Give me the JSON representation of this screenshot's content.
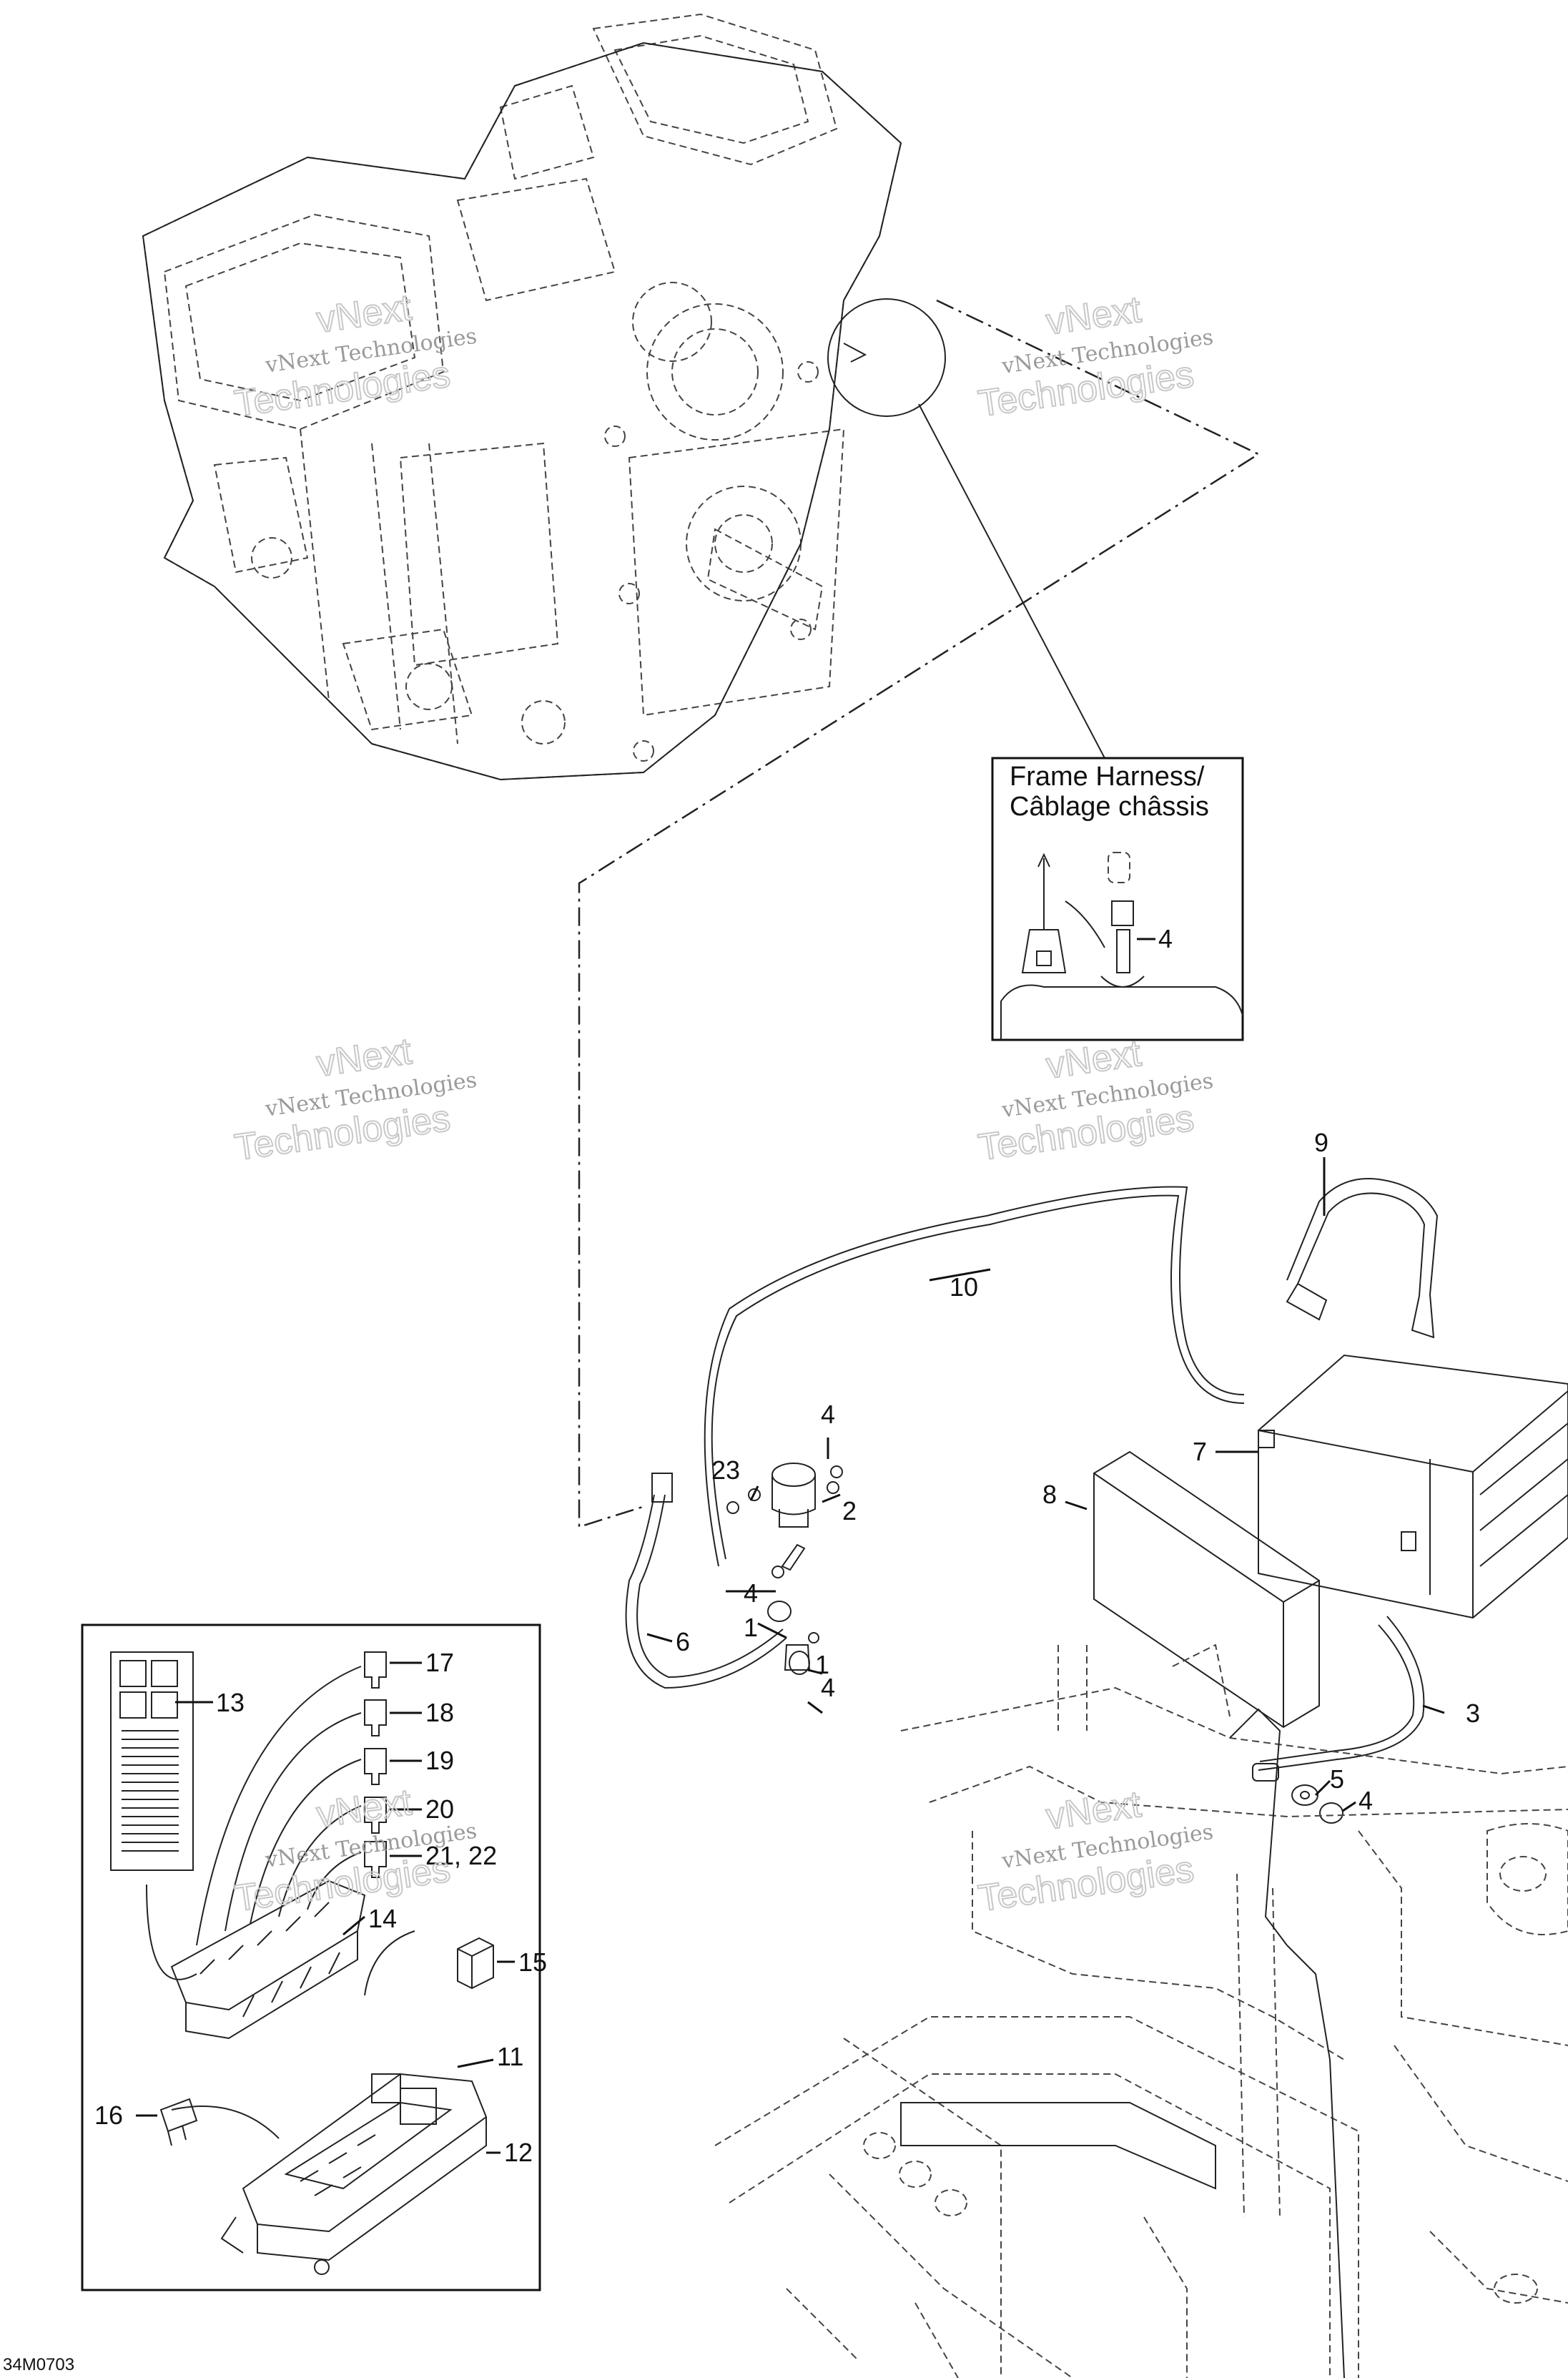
{
  "inset_frame_harness": {
    "title_line1": "Frame Harness/",
    "title_line2": "Câblage châssis",
    "callout": "4"
  },
  "callouts": [
    {
      "id": "c1",
      "text": "1"
    },
    {
      "id": "c2",
      "text": "2"
    },
    {
      "id": "c3",
      "text": "3"
    },
    {
      "id": "c4a",
      "text": "4"
    },
    {
      "id": "c4b",
      "text": "4"
    },
    {
      "id": "c4c",
      "text": "4"
    },
    {
      "id": "c4d",
      "text": "4"
    },
    {
      "id": "c5",
      "text": "5"
    },
    {
      "id": "c6",
      "text": "6"
    },
    {
      "id": "c7",
      "text": "7"
    },
    {
      "id": "c8",
      "text": "8"
    },
    {
      "id": "c9",
      "text": "9"
    },
    {
      "id": "c10",
      "text": "10"
    },
    {
      "id": "c11",
      "text": "11"
    },
    {
      "id": "c12",
      "text": "12"
    },
    {
      "id": "c13",
      "text": "13"
    },
    {
      "id": "c14",
      "text": "14"
    },
    {
      "id": "c15",
      "text": "15"
    },
    {
      "id": "c16",
      "text": "16"
    },
    {
      "id": "c17",
      "text": "17"
    },
    {
      "id": "c18",
      "text": "18"
    },
    {
      "id": "c19",
      "text": "19"
    },
    {
      "id": "c20",
      "text": "20"
    },
    {
      "id": "c21",
      "text": "21, 22"
    },
    {
      "id": "c23",
      "text": "23"
    },
    {
      "id": "c1b",
      "text": "1"
    }
  ],
  "watermark": {
    "line1": "vNext Technologies",
    "line2": "vNext",
    "line3": "Technologies"
  },
  "drawing_code": "34M0703"
}
